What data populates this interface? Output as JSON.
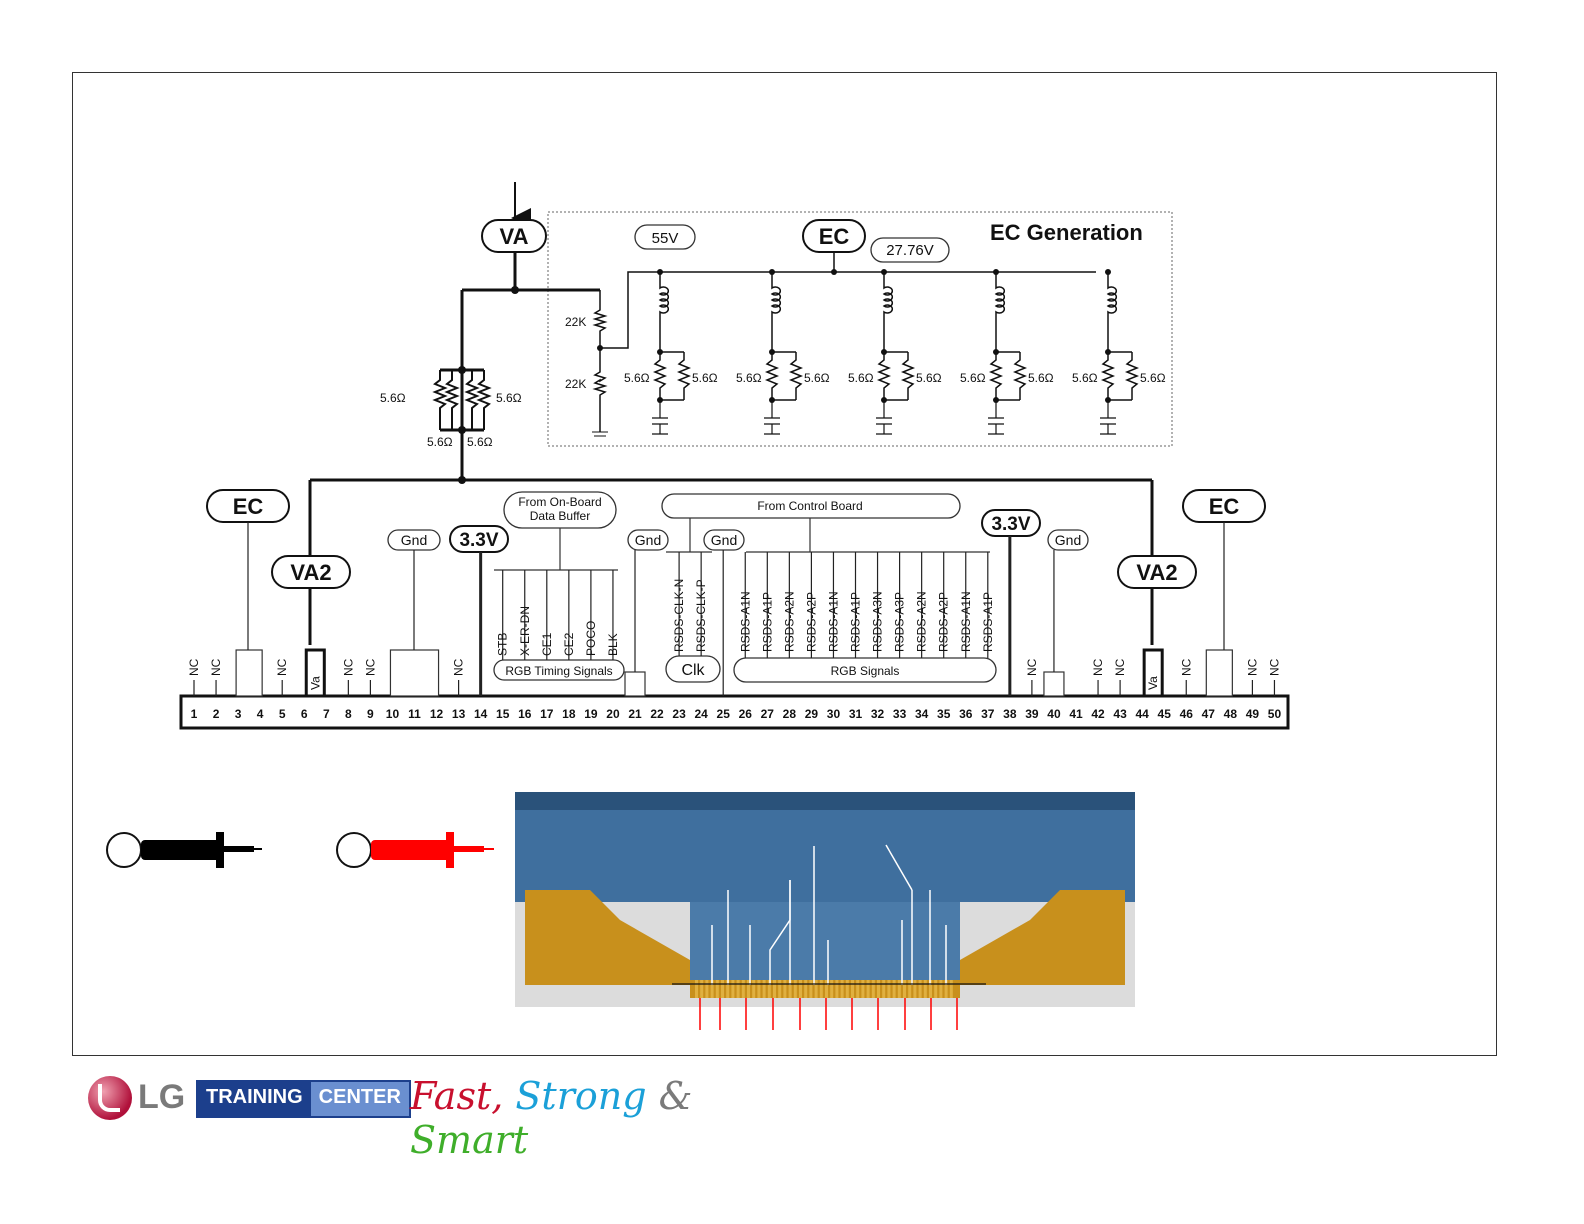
{
  "diagram": {
    "title": "EC Generation",
    "inputs": {
      "va": "VA",
      "ec_center": "EC",
      "v55": "55V",
      "v2776": "27.76V"
    },
    "resistors": {
      "r22k": "22K",
      "r56": "5.6Ω"
    },
    "connector_labels": {
      "ec": "EC",
      "va2": "VA2",
      "gnd": "Gnd",
      "v33": "3.3V",
      "from_buffer_line1": "From On-Board",
      "from_buffer_line2": "Data Buffer",
      "from_control": "From Control Board",
      "rgb_timing": "RGB Timing Signals",
      "clk": "Clk",
      "rgb_signals": "RGB Signals",
      "nc": "NC",
      "va": "Va"
    },
    "timing_signals": [
      "STB",
      "X-ER-DN",
      "CE1",
      "CE2",
      "POCO",
      "BLK"
    ],
    "clk_signals": [
      "RSDS-CLK-N",
      "RSDS-CLK-P"
    ],
    "rgb_signals": [
      "RSDS-A1N",
      "RSDS-A1P",
      "RSDS-A2N",
      "RSDS-A2P",
      "RSDS-A1N",
      "RSDS-A1P",
      "RSDS-A3N",
      "RSDS-A3P",
      "RSDS-A2N",
      "RSDS-A2P",
      "RSDS-A1N",
      "RSDS-A1P"
    ],
    "pins": [
      "1",
      "2",
      "3",
      "4",
      "5",
      "6",
      "7",
      "8",
      "9",
      "10",
      "11",
      "12",
      "13",
      "14",
      "15",
      "16",
      "17",
      "18",
      "19",
      "20",
      "21",
      "22",
      "23",
      "24",
      "25",
      "26",
      "27",
      "28",
      "29",
      "30",
      "31",
      "32",
      "33",
      "34",
      "35",
      "36",
      "37",
      "38",
      "39",
      "40",
      "41",
      "42",
      "43",
      "44",
      "45",
      "46",
      "47",
      "48",
      "49",
      "50"
    ]
  },
  "colors": {
    "probe_black": "#000000",
    "probe_red": "#ff0000",
    "flex_cable": "#3f6f9e",
    "flex_gold": "#c8901c"
  },
  "footer": {
    "logo": "LG",
    "training": "TRAINING",
    "center": "CENTER",
    "slogan_fast": "Fast,",
    "slogan_strong": "Strong",
    "slogan_amp": "&",
    "slogan_smart": "Smart"
  }
}
